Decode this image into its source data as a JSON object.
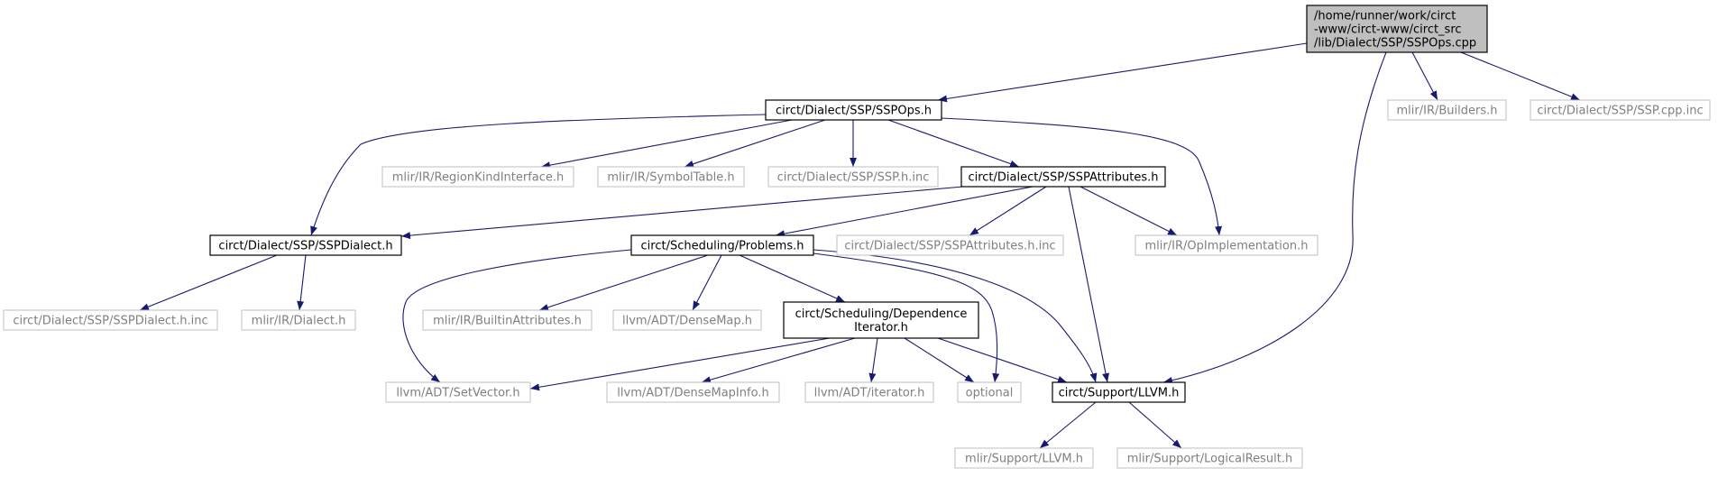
{
  "colors": {
    "edge": "#191970",
    "root_fill": "#bfbfbf",
    "doc_border": "#000000",
    "missing_border": "#bfbfbf",
    "doc_text": "#000000",
    "missing_text": "#7f7f7f",
    "background": "#ffffff"
  },
  "nodes": [
    {
      "id": "root",
      "lines": [
        "/home/runner/work/circt",
        "-www/circt-www/circt_src",
        "/lib/Dialect/SSP/SSPOps.cpp"
      ],
      "kind": "root"
    },
    {
      "id": "sspops_h",
      "lines": [
        "circt/Dialect/SSP/SSPOps.h"
      ],
      "kind": "doc"
    },
    {
      "id": "builders_h",
      "lines": [
        "mlir/IR/Builders.h"
      ],
      "kind": "missing"
    },
    {
      "id": "ssp_cpp_inc",
      "lines": [
        "circt/Dialect/SSP/SSP.cpp.inc"
      ],
      "kind": "missing"
    },
    {
      "id": "regionkind_h",
      "lines": [
        "mlir/IR/RegionKindInterface.h"
      ],
      "kind": "missing"
    },
    {
      "id": "symboltable_h",
      "lines": [
        "mlir/IR/SymbolTable.h"
      ],
      "kind": "missing"
    },
    {
      "id": "ssp_h_inc",
      "lines": [
        "circt/Dialect/SSP/SSP.h.inc"
      ],
      "kind": "missing"
    },
    {
      "id": "sspattributes_h",
      "lines": [
        "circt/Dialect/SSP/SSPAttributes.h"
      ],
      "kind": "doc"
    },
    {
      "id": "sspdialect_h",
      "lines": [
        "circt/Dialect/SSP/SSPDialect.h"
      ],
      "kind": "doc"
    },
    {
      "id": "problems_h",
      "lines": [
        "circt/Scheduling/Problems.h"
      ],
      "kind": "doc"
    },
    {
      "id": "sspattributes_h_inc",
      "lines": [
        "circt/Dialect/SSP/SSPAttributes.h.inc"
      ],
      "kind": "missing"
    },
    {
      "id": "opimpl_h",
      "lines": [
        "mlir/IR/OpImplementation.h"
      ],
      "kind": "missing"
    },
    {
      "id": "sspdialect_h_inc",
      "lines": [
        "circt/Dialect/SSP/SSPDialect.h.inc"
      ],
      "kind": "missing"
    },
    {
      "id": "dialect_h",
      "lines": [
        "mlir/IR/Dialect.h"
      ],
      "kind": "missing"
    },
    {
      "id": "builtinattrs_h",
      "lines": [
        "mlir/IR/BuiltinAttributes.h"
      ],
      "kind": "missing"
    },
    {
      "id": "densemap_h",
      "lines": [
        "llvm/ADT/DenseMap.h"
      ],
      "kind": "missing"
    },
    {
      "id": "depiter_h",
      "lines": [
        "circt/Scheduling/Dependence",
        "Iterator.h"
      ],
      "kind": "doc"
    },
    {
      "id": "setvector_h",
      "lines": [
        "llvm/ADT/SetVector.h"
      ],
      "kind": "missing"
    },
    {
      "id": "densemapinfo_h",
      "lines": [
        "llvm/ADT/DenseMapInfo.h"
      ],
      "kind": "missing"
    },
    {
      "id": "iterator_h",
      "lines": [
        "llvm/ADT/iterator.h"
      ],
      "kind": "missing"
    },
    {
      "id": "optional",
      "lines": [
        "optional"
      ],
      "kind": "missing"
    },
    {
      "id": "support_llvm_h",
      "lines": [
        "circt/Support/LLVM.h"
      ],
      "kind": "doc"
    },
    {
      "id": "mlir_support_llvm_h",
      "lines": [
        "mlir/Support/LLVM.h"
      ],
      "kind": "missing"
    },
    {
      "id": "logicalresult_h",
      "lines": [
        "mlir/Support/LogicalResult.h"
      ],
      "kind": "missing"
    }
  ],
  "edges": [
    {
      "from": "root",
      "to": "sspops_h"
    },
    {
      "from": "root",
      "to": "builders_h"
    },
    {
      "from": "root",
      "to": "ssp_cpp_inc"
    },
    {
      "from": "root",
      "to": "support_llvm_h"
    },
    {
      "from": "sspops_h",
      "to": "sspdialect_h"
    },
    {
      "from": "sspops_h",
      "to": "regionkind_h"
    },
    {
      "from": "sspops_h",
      "to": "symboltable_h"
    },
    {
      "from": "sspops_h",
      "to": "ssp_h_inc"
    },
    {
      "from": "sspops_h",
      "to": "sspattributes_h"
    },
    {
      "from": "sspops_h",
      "to": "opimpl_h"
    },
    {
      "from": "sspattributes_h",
      "to": "sspdialect_h"
    },
    {
      "from": "sspattributes_h",
      "to": "problems_h"
    },
    {
      "from": "sspattributes_h",
      "to": "sspattributes_h_inc"
    },
    {
      "from": "sspattributes_h",
      "to": "opimpl_h"
    },
    {
      "from": "sspattributes_h",
      "to": "support_llvm_h"
    },
    {
      "from": "sspdialect_h",
      "to": "sspdialect_h_inc"
    },
    {
      "from": "sspdialect_h",
      "to": "dialect_h"
    },
    {
      "from": "problems_h",
      "to": "setvector_h"
    },
    {
      "from": "problems_h",
      "to": "builtinattrs_h"
    },
    {
      "from": "problems_h",
      "to": "densemap_h"
    },
    {
      "from": "problems_h",
      "to": "depiter_h"
    },
    {
      "from": "problems_h",
      "to": "optional"
    },
    {
      "from": "problems_h",
      "to": "support_llvm_h"
    },
    {
      "from": "depiter_h",
      "to": "setvector_h"
    },
    {
      "from": "depiter_h",
      "to": "densemapinfo_h"
    },
    {
      "from": "depiter_h",
      "to": "iterator_h"
    },
    {
      "from": "depiter_h",
      "to": "optional"
    },
    {
      "from": "depiter_h",
      "to": "support_llvm_h"
    },
    {
      "from": "support_llvm_h",
      "to": "mlir_support_llvm_h"
    },
    {
      "from": "support_llvm_h",
      "to": "logicalresult_h"
    }
  ]
}
